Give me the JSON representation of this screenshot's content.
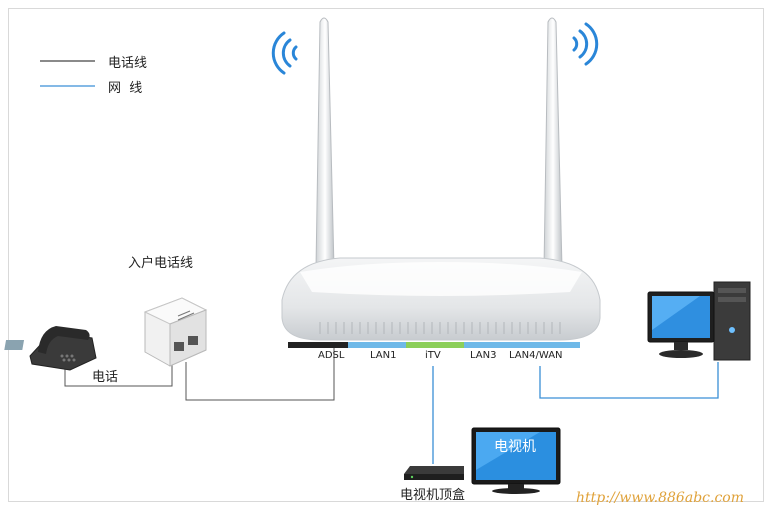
{
  "legend": {
    "phone_line_label": "电话线",
    "network_line_label": "网  线",
    "phone_line_color": "#444444",
    "network_line_color": "#3a8fd6"
  },
  "devices": {
    "splitter_label": "入户电话线",
    "phone_label": "电话",
    "stb_label": "电视机顶盒",
    "tv_screen_text": "电视机",
    "router_icon": "wireless-router-icon",
    "computer_icon": "desktop-computer-icon"
  },
  "ports": [
    {
      "label": "ADSL",
      "color": "#222222"
    },
    {
      "label": "LAN1",
      "color": "#6fb9e8"
    },
    {
      "label": "iTV",
      "color": "#8ccf5a"
    },
    {
      "label": "LAN3",
      "color": "#6fb9e8"
    },
    {
      "label": "LAN4/WAN",
      "color": "#6fb9e8"
    }
  ],
  "watermark": "http://www.886abc.com"
}
